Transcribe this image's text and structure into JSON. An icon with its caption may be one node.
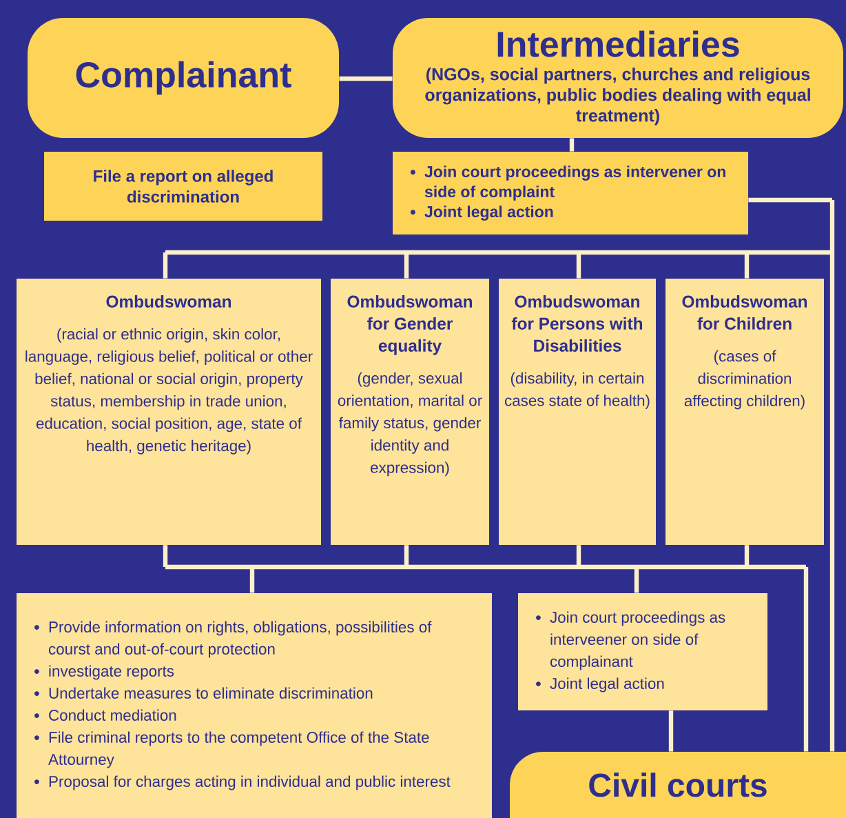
{
  "diagram": {
    "nodes": [
      {
        "text": [
          "Complainant"
        ]
      },
      {
        "text": [
          "Intermediaries",
          "(NGOs, social partners, churches and religious organizations, public bodies dealing with equal treatment)"
        ]
      },
      {
        "text": [
          "File a report on alleged discrimination"
        ]
      },
      {
        "text": [
          "Join court proceedings as intervener on side of complaint",
          "Joint legal action"
        ]
      },
      {
        "text": [
          "Ombudswoman",
          "(racial or ethnic origin, skin color, language, religious belief, political or other belief, national or social origin, property status, membership in trade union, education, social position, age, state of health, genetic heritage)"
        ]
      },
      {
        "text": [
          "Ombudswoman for Gender equality",
          "(gender, sexual orientation, marital or family status, gender identity and expression)"
        ]
      },
      {
        "text": [
          "Ombudswoman for Persons with Disabilities",
          "(disability, in certain cases state of health)"
        ]
      },
      {
        "text": [
          "Ombudswoman for Children",
          "(cases of discrimination affecting children)"
        ]
      },
      {
        "text": [
          "Provide information on rights, obligations, possibilities of courst and out-of-court protection",
          "investigate reports",
          "Undertake measures to eliminate discrimination",
          "Conduct mediation",
          "File criminal reports to the competent Office of the State Attourney",
          "Proposal for charges acting in individual and public interest"
        ]
      },
      {
        "text": [
          "Join court proceedings as interveener on side of complainant",
          "Joint legal action"
        ]
      },
      {
        "text": [
          "Civil courts"
        ]
      }
    ],
    "edges": [
      {
        "from": 0,
        "to": 1,
        "arrow": "none"
      },
      {
        "from": 1,
        "to": 3,
        "arrow": "none"
      },
      {
        "from": 3,
        "to": 4,
        "arrow": "none"
      },
      {
        "from": 3,
        "to": 5,
        "arrow": "none"
      },
      {
        "from": 3,
        "to": 6,
        "arrow": "none"
      },
      {
        "from": 3,
        "to": 7,
        "arrow": "none"
      },
      {
        "from": 3,
        "to": 10,
        "arrow": "none"
      },
      {
        "from": 4,
        "to": 8,
        "arrow": "none"
      },
      {
        "from": 5,
        "to": 8,
        "arrow": "none"
      },
      {
        "from": 6,
        "to": 8,
        "arrow": "none"
      },
      {
        "from": 7,
        "to": 8,
        "arrow": "none"
      },
      {
        "from": 4,
        "to": 9,
        "arrow": "none"
      },
      {
        "from": 5,
        "to": 9,
        "arrow": "none"
      },
      {
        "from": 6,
        "to": 9,
        "arrow": "none"
      },
      {
        "from": 7,
        "to": 9,
        "arrow": "none"
      },
      {
        "from": 4,
        "to": 10,
        "arrow": "none"
      },
      {
        "from": 5,
        "to": 10,
        "arrow": "none"
      },
      {
        "from": 6,
        "to": 10,
        "arrow": "none"
      },
      {
        "from": 7,
        "to": 10,
        "arrow": "none"
      },
      {
        "from": 9,
        "to": 10,
        "arrow": "none"
      }
    ]
  }
}
